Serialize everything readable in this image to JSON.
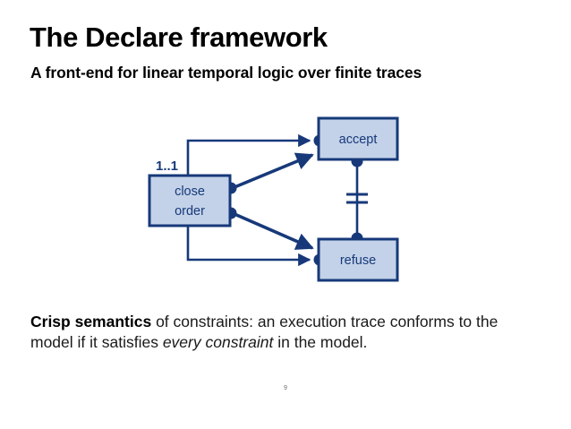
{
  "slide": {
    "title": "The Declare framework",
    "subtitle": "A front-end for linear temporal logic over finite traces",
    "page_number": "9"
  },
  "diagram": {
    "name": "declare-model",
    "cardinality_label": "1..1",
    "nodes": [
      {
        "id": "close-order",
        "label_line1": "close",
        "label_line2": "order"
      },
      {
        "id": "accept",
        "label": "accept"
      },
      {
        "id": "refuse",
        "label": "refuse"
      }
    ],
    "constraint_symbol": "not-coexistence",
    "colors": {
      "node_fill": "#c3d2e8",
      "node_stroke": "#17397a",
      "node_text": "#17397a",
      "edge": "#17397a"
    }
  },
  "body": {
    "lead": "Crisp semantics",
    "part1": " of constraints: an execution trace conforms to the model if it satisfies ",
    "emphasis": "every constraint",
    "part2": " in the model."
  }
}
